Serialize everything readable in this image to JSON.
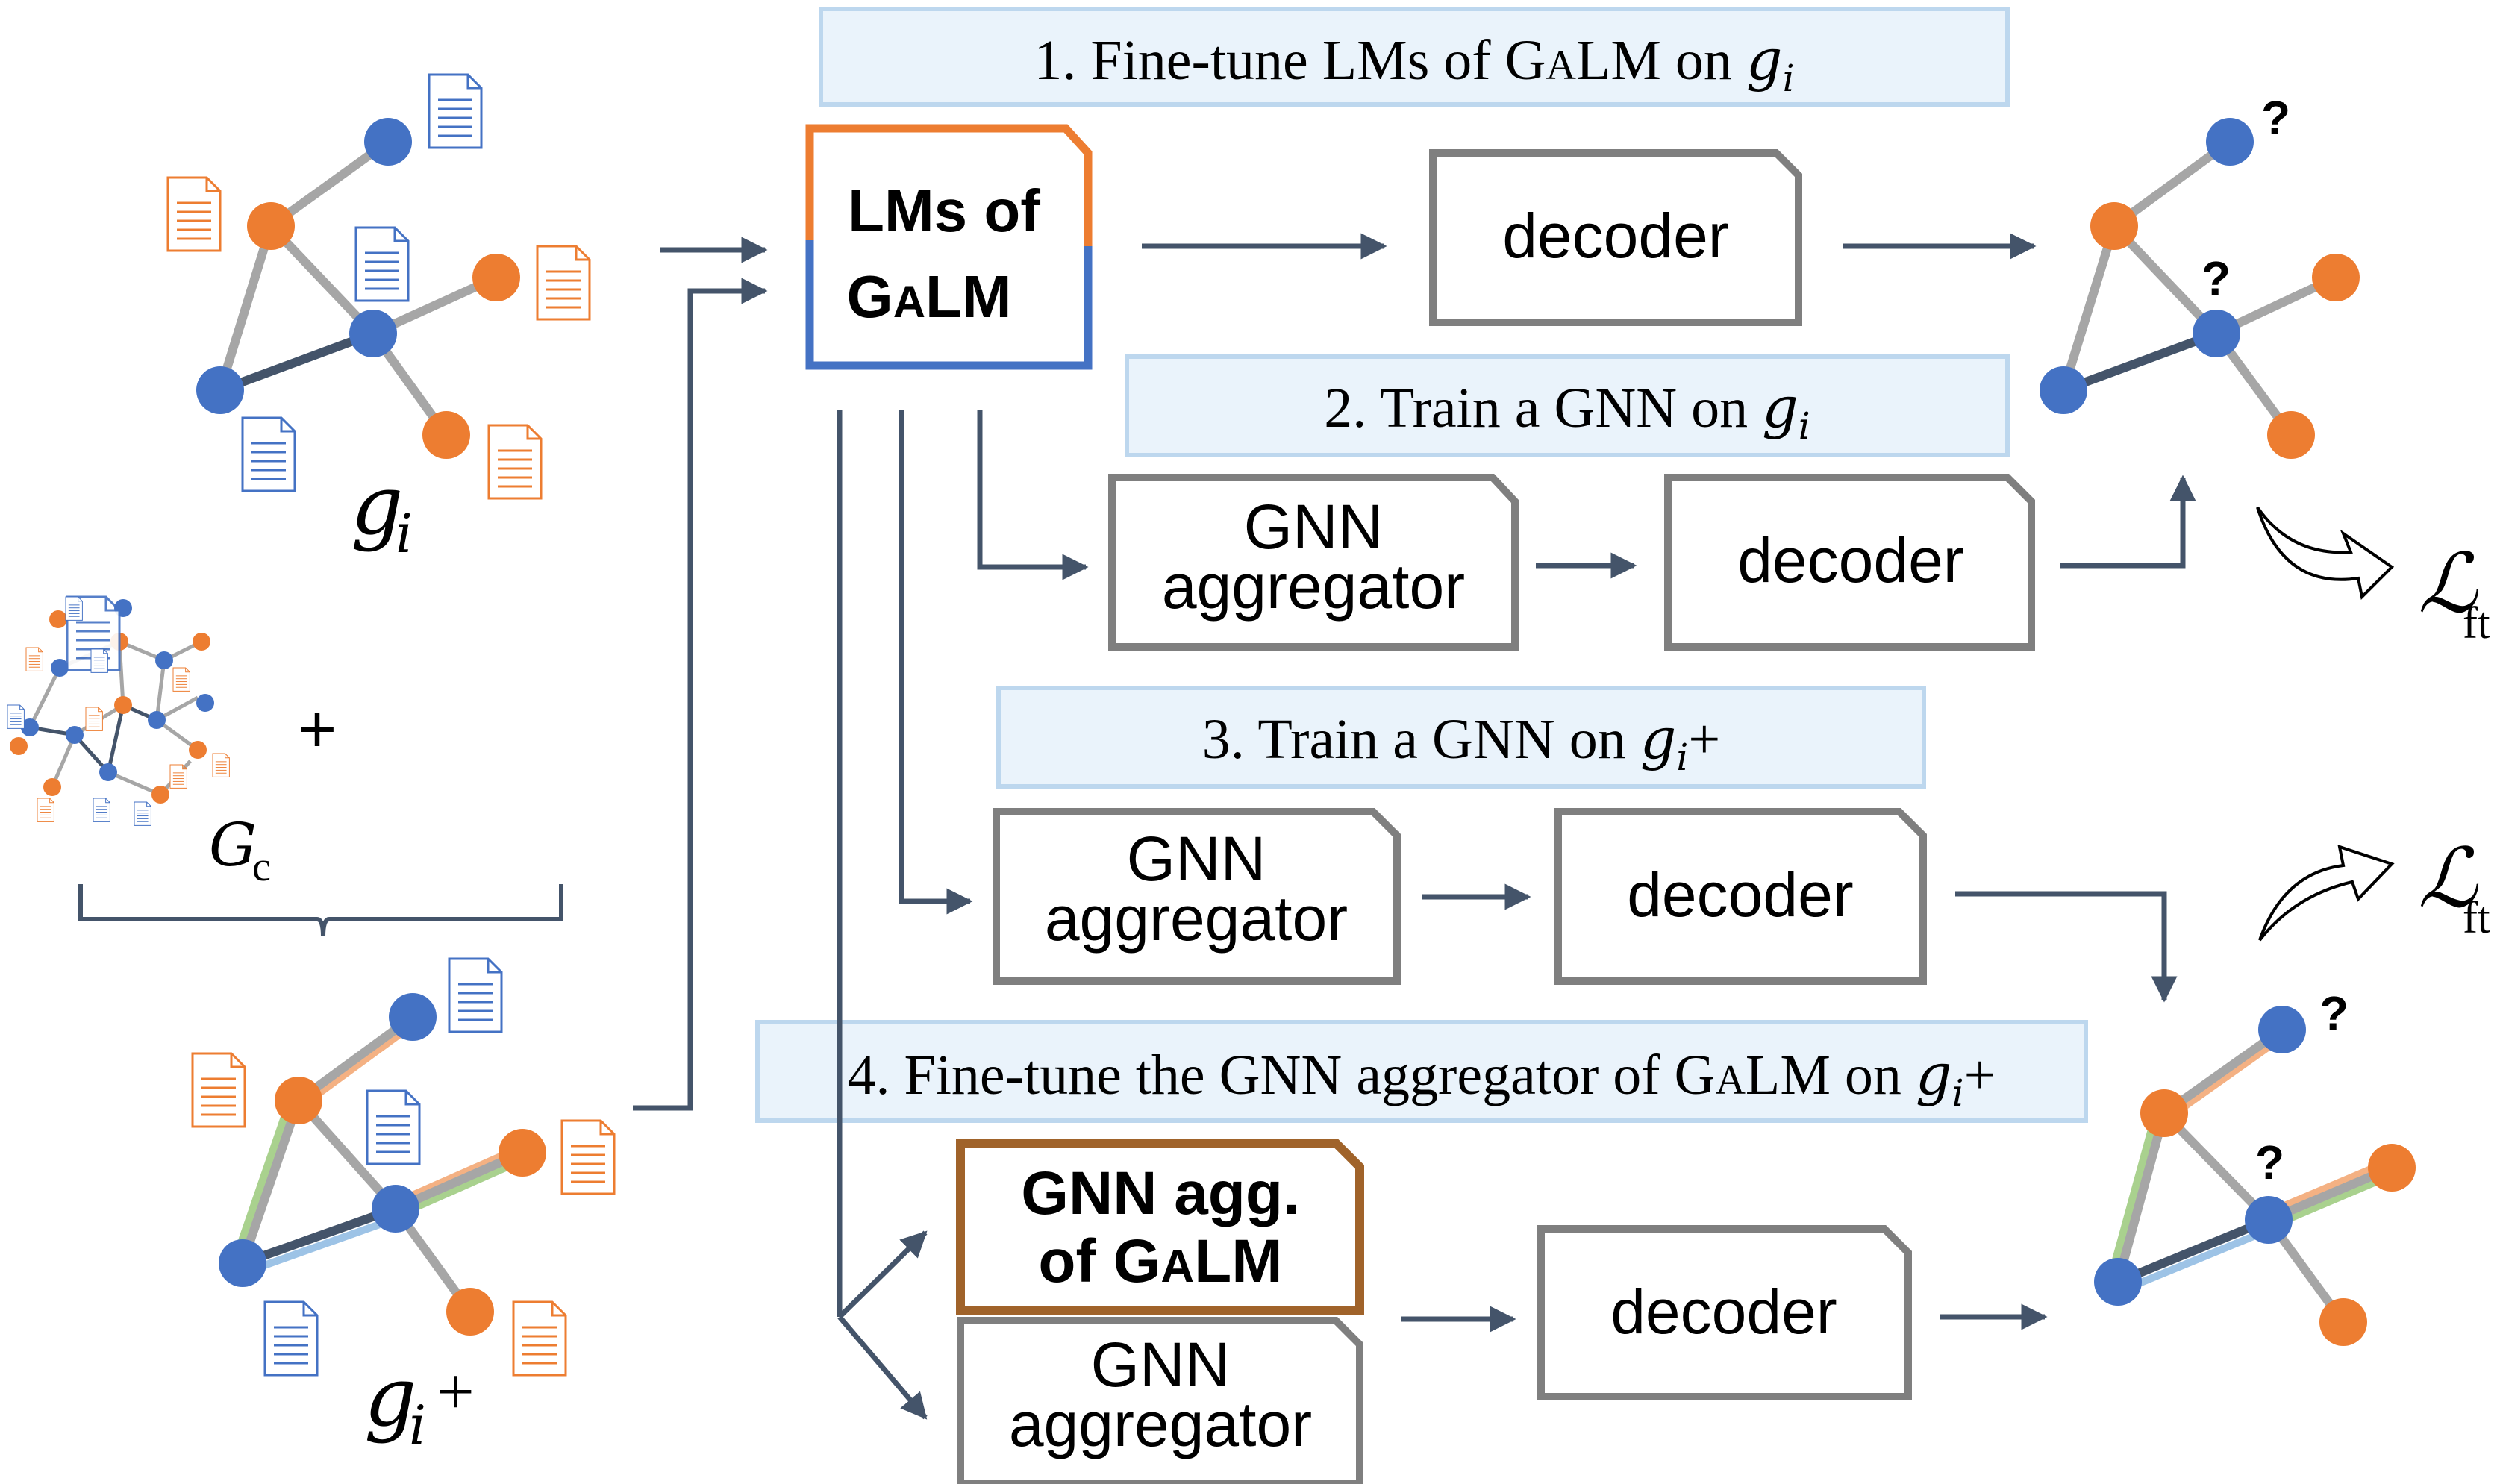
{
  "steps": {
    "step1": "1. Fine-tune LMs of GALM on g_i",
    "step2": "2. Train a GNN on g_i",
    "step3": "3. Train a GNN on g_i+",
    "step4": "4. Fine-tune the GNN aggregator of GALM on g_i+"
  },
  "boxes": {
    "lms_line1": "LMs of",
    "lms_line2": "GALM",
    "decoder": "decoder",
    "gnn_line1": "GNN",
    "gnn_line2": "aggregator",
    "gnn_agg_galm_line1": "GNN agg.",
    "gnn_agg_galm_line2": "of GALM"
  },
  "graph_labels": {
    "gi": "g_i",
    "gi_plus": "g_i+",
    "gc": "G_c",
    "plus": "+",
    "loss": "L_ft",
    "question": "?"
  },
  "colors": {
    "orange": "#ED7D31",
    "blue": "#4472C4",
    "box_gray": "#7F7F7F",
    "arrow": "#44546A",
    "banner_fill": "#EAF3FB",
    "banner_border": "#BDD7EE",
    "brown": "#A0632A",
    "green": "#A9D18E",
    "light_blue": "#9DC3E6",
    "light_orange": "#F4B183"
  }
}
